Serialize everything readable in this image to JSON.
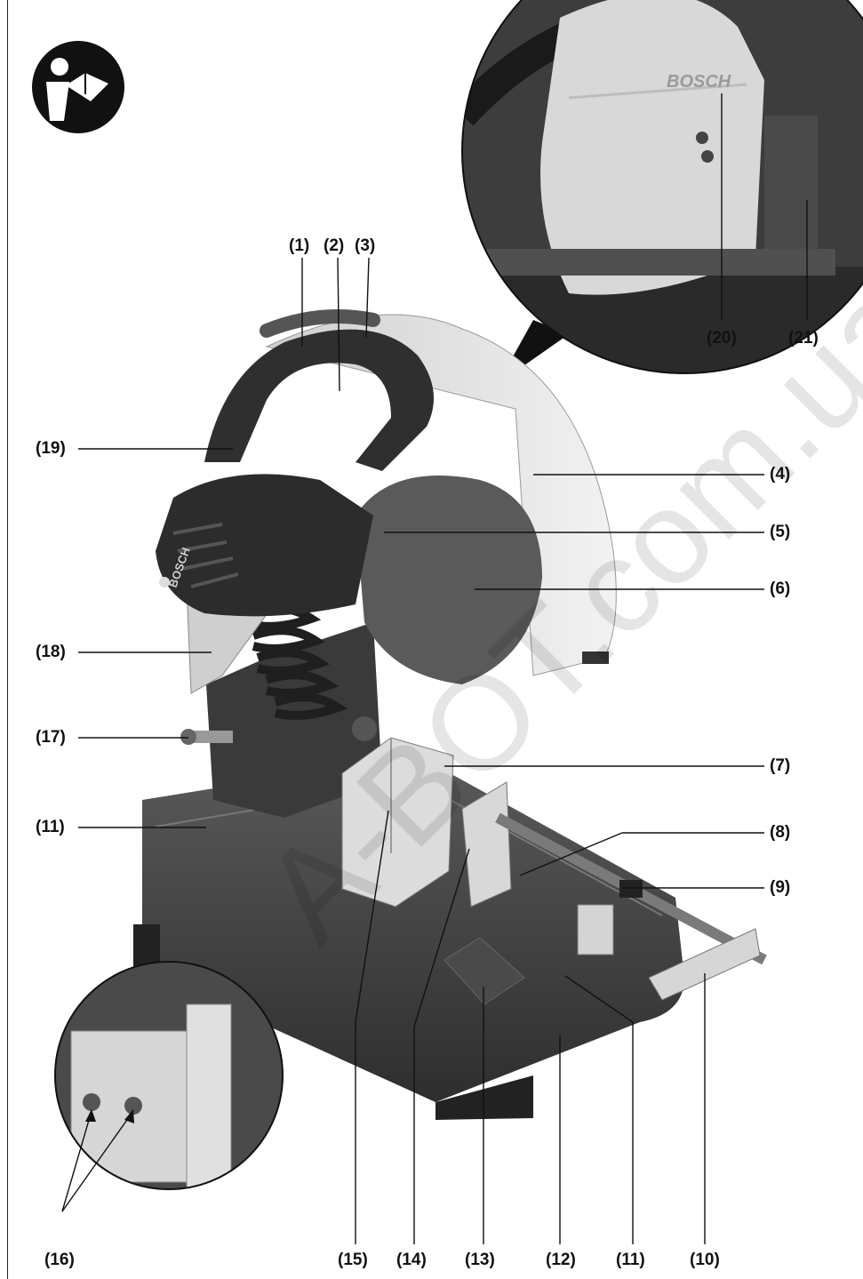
{
  "watermark": "A-BOT.com.ua",
  "zoom_top": {
    "brand": "BOSCH"
  },
  "motor_brand": "BOSCH",
  "callouts": {
    "c1": "(1)",
    "c2": "(2)",
    "c3": "(3)",
    "c4": "(4)",
    "c5": "(5)",
    "c6": "(6)",
    "c7": "(7)",
    "c8": "(8)",
    "c9": "(9)",
    "c10": "(10)",
    "c11a": "(11)",
    "c11b": "(11)",
    "c12": "(12)",
    "c13": "(13)",
    "c14": "(14)",
    "c15": "(15)",
    "c16": "(16)",
    "c17": "(17)",
    "c18": "(18)",
    "c19": "(19)",
    "c20": "(20)",
    "c21": "(21)"
  },
  "icons": {
    "manual": "read-manual-icon"
  }
}
